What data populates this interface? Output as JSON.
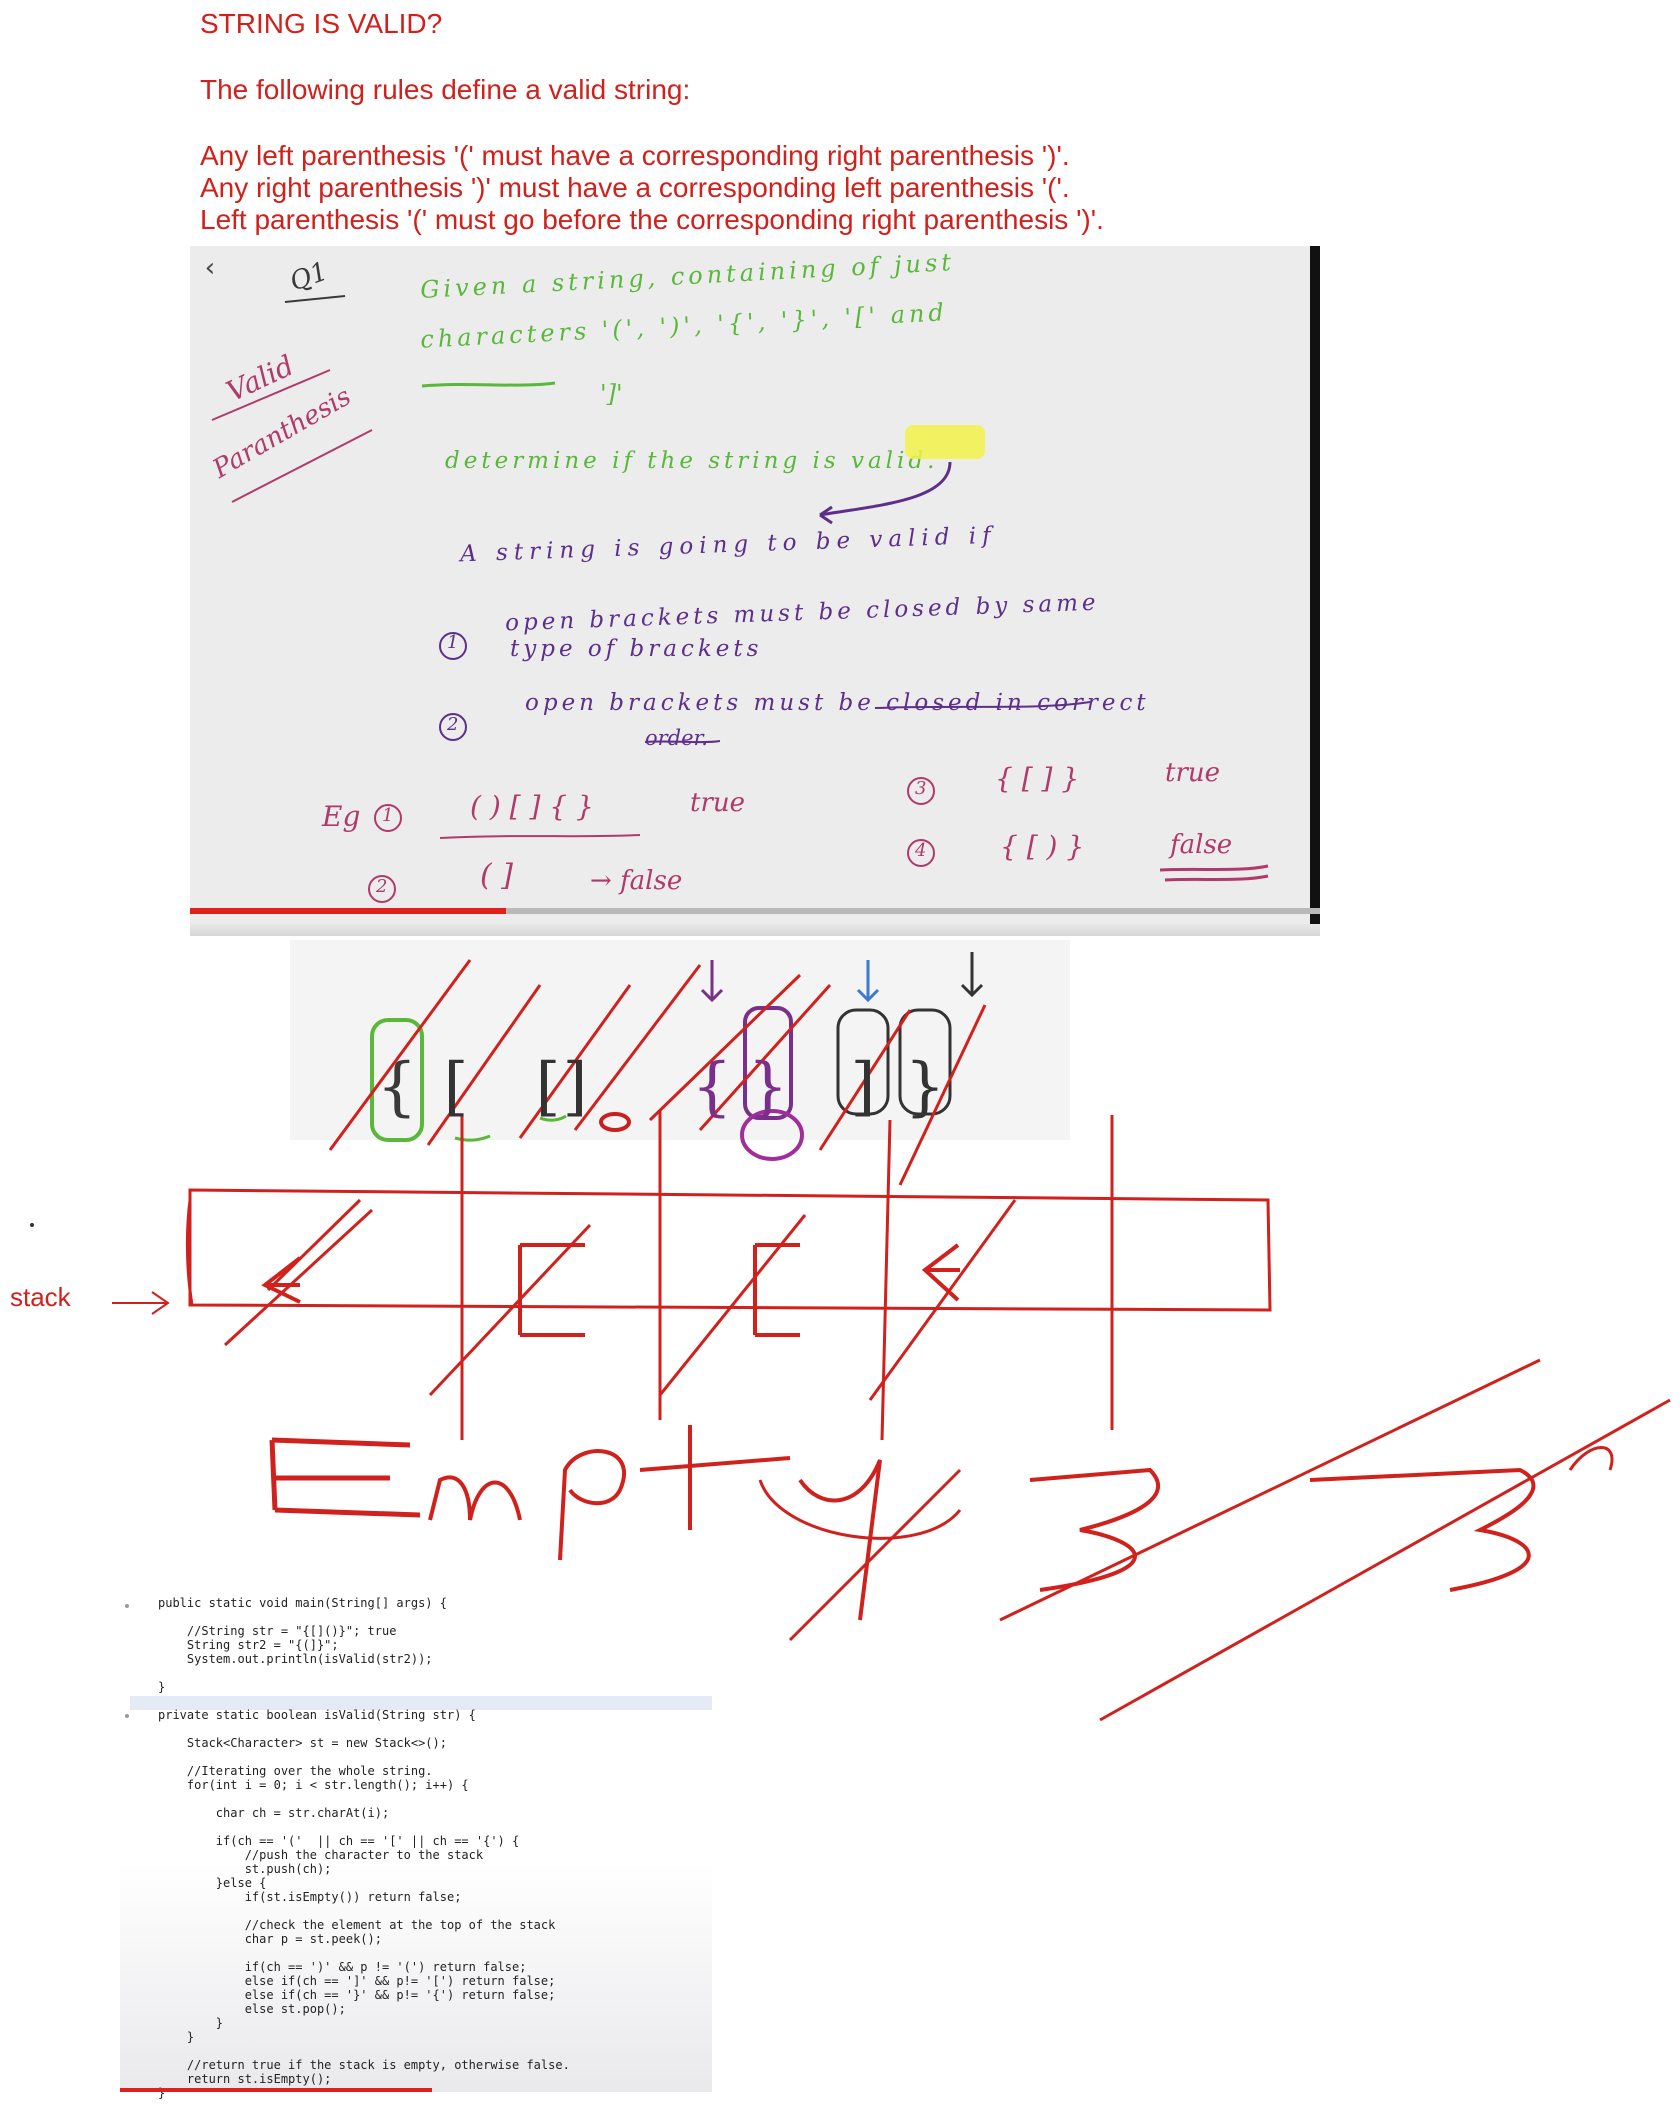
{
  "header": {
    "title": "STRING IS VALID?",
    "subtitle": "The following rules define a valid string:",
    "rules": [
      "Any left parenthesis '(' must have a corresponding right parenthesis ')'.",
      "Any right parenthesis ')' must have a corresponding left parenthesis '('.",
      "Left parenthesis '(' must go before the corresponding right parenthesis ')'."
    ]
  },
  "video": {
    "back_icon": "chevron-left-icon",
    "progress": 0.28,
    "notes": {
      "q1": "Q1",
      "side_title_1": "Valid",
      "side_title_2": "Paranthesis",
      "line1": "Given a string, containing of just",
      "line2": "characters '(', ')', '{', '}', '[' and",
      "line3": "']'",
      "line4": "determine if the string is valid.",
      "line5": "A string is going to be valid if",
      "cond1_num": "1",
      "cond1": "open brackets must be closed by same",
      "cond1_cont": "type of brackets",
      "cond2_num": "2",
      "cond2": "open brackets must be closed in correct",
      "cond2_cont": "order.",
      "eg_label": "Eg",
      "eg1_num": "1",
      "eg1_str": "( ) [ ] { }",
      "eg1_res": "true",
      "eg2_num": "2",
      "eg2_str": "( ]",
      "eg2_res": "→ false",
      "eg3_num": "3",
      "eg3_str": "{ [ ] }",
      "eg3_res": "true",
      "eg4_num": "4",
      "eg4_str": "{ [ ) }",
      "eg4_res": "false"
    }
  },
  "stack_diagram": {
    "label": "stack",
    "chars": [
      "{",
      "[",
      "[",
      "]",
      "{",
      "}",
      "]",
      "}"
    ],
    "cells": [
      "{",
      "[",
      "[",
      "{"
    ],
    "empty_text": "Empty"
  },
  "code": {
    "text": "public static void main(String[] args) {\n\n    //String str = \"{[]()}\"; true\n    String str2 = \"{(]}\";\n    System.out.println(isValid(str2));\n\n}\n\nprivate static boolean isValid(String str) {\n\n    Stack<Character> st = new Stack<>();\n\n    //Iterating over the whole string.\n    for(int i = 0; i < str.length(); i++) {\n\n        char ch = str.charAt(i);\n\n        if(ch == '('  || ch == '[' || ch == '{') {\n            //push the character to the stack\n            st.push(ch);\n        }else {\n            if(st.isEmpty()) return false;\n\n            //check the element at the top of the stack\n            char p = st.peek();\n\n            if(ch == ')' && p != '(') return false;\n            else if(ch == ']' && p!= '[') return false;\n            else if(ch == '}' && p!= '{') return false;\n            else st.pop();\n        }\n    }\n\n    //return true if the stack is empty, otherwise false.\n    return st.isEmpty();\n}"
  },
  "colors": {
    "heading_red": "#d0211c",
    "annotation_red": "#d0211c",
    "note_green": "#59b83a",
    "note_purple": "#5c2f8a",
    "highlight_yellow": "#f3f24a",
    "progress_red": "#e0201b"
  }
}
